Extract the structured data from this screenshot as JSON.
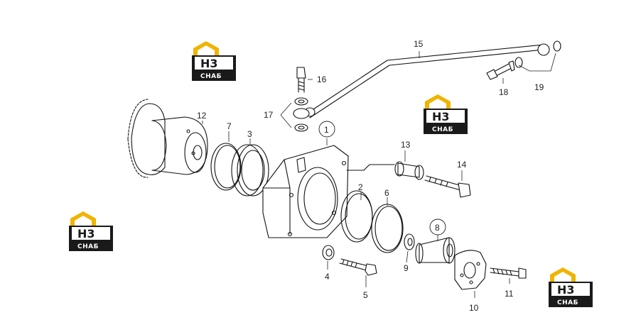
{
  "parts": [
    {
      "id": "part-1",
      "label": "1"
    },
    {
      "id": "part-2",
      "label": "2"
    },
    {
      "id": "part-3",
      "label": "3"
    },
    {
      "id": "part-4",
      "label": "4"
    },
    {
      "id": "part-5",
      "label": "5"
    },
    {
      "id": "part-6",
      "label": "6"
    },
    {
      "id": "part-7",
      "label": "7"
    },
    {
      "id": "part-8",
      "label": "8"
    },
    {
      "id": "part-9",
      "label": "9"
    },
    {
      "id": "part-10",
      "label": "10"
    },
    {
      "id": "part-11",
      "label": "11"
    },
    {
      "id": "part-12",
      "label": "12"
    },
    {
      "id": "part-13",
      "label": "13"
    },
    {
      "id": "part-14",
      "label": "14"
    },
    {
      "id": "part-15",
      "label": "15"
    },
    {
      "id": "part-16",
      "label": "16"
    },
    {
      "id": "part-17",
      "label": "17"
    },
    {
      "id": "part-18",
      "label": "18"
    },
    {
      "id": "part-19",
      "label": "19"
    }
  ],
  "watermark": {
    "logo_text": "H3",
    "logo_sub": "СНАБ",
    "accent_color": "#f0b400",
    "dark_color": "#1a1a1a"
  }
}
